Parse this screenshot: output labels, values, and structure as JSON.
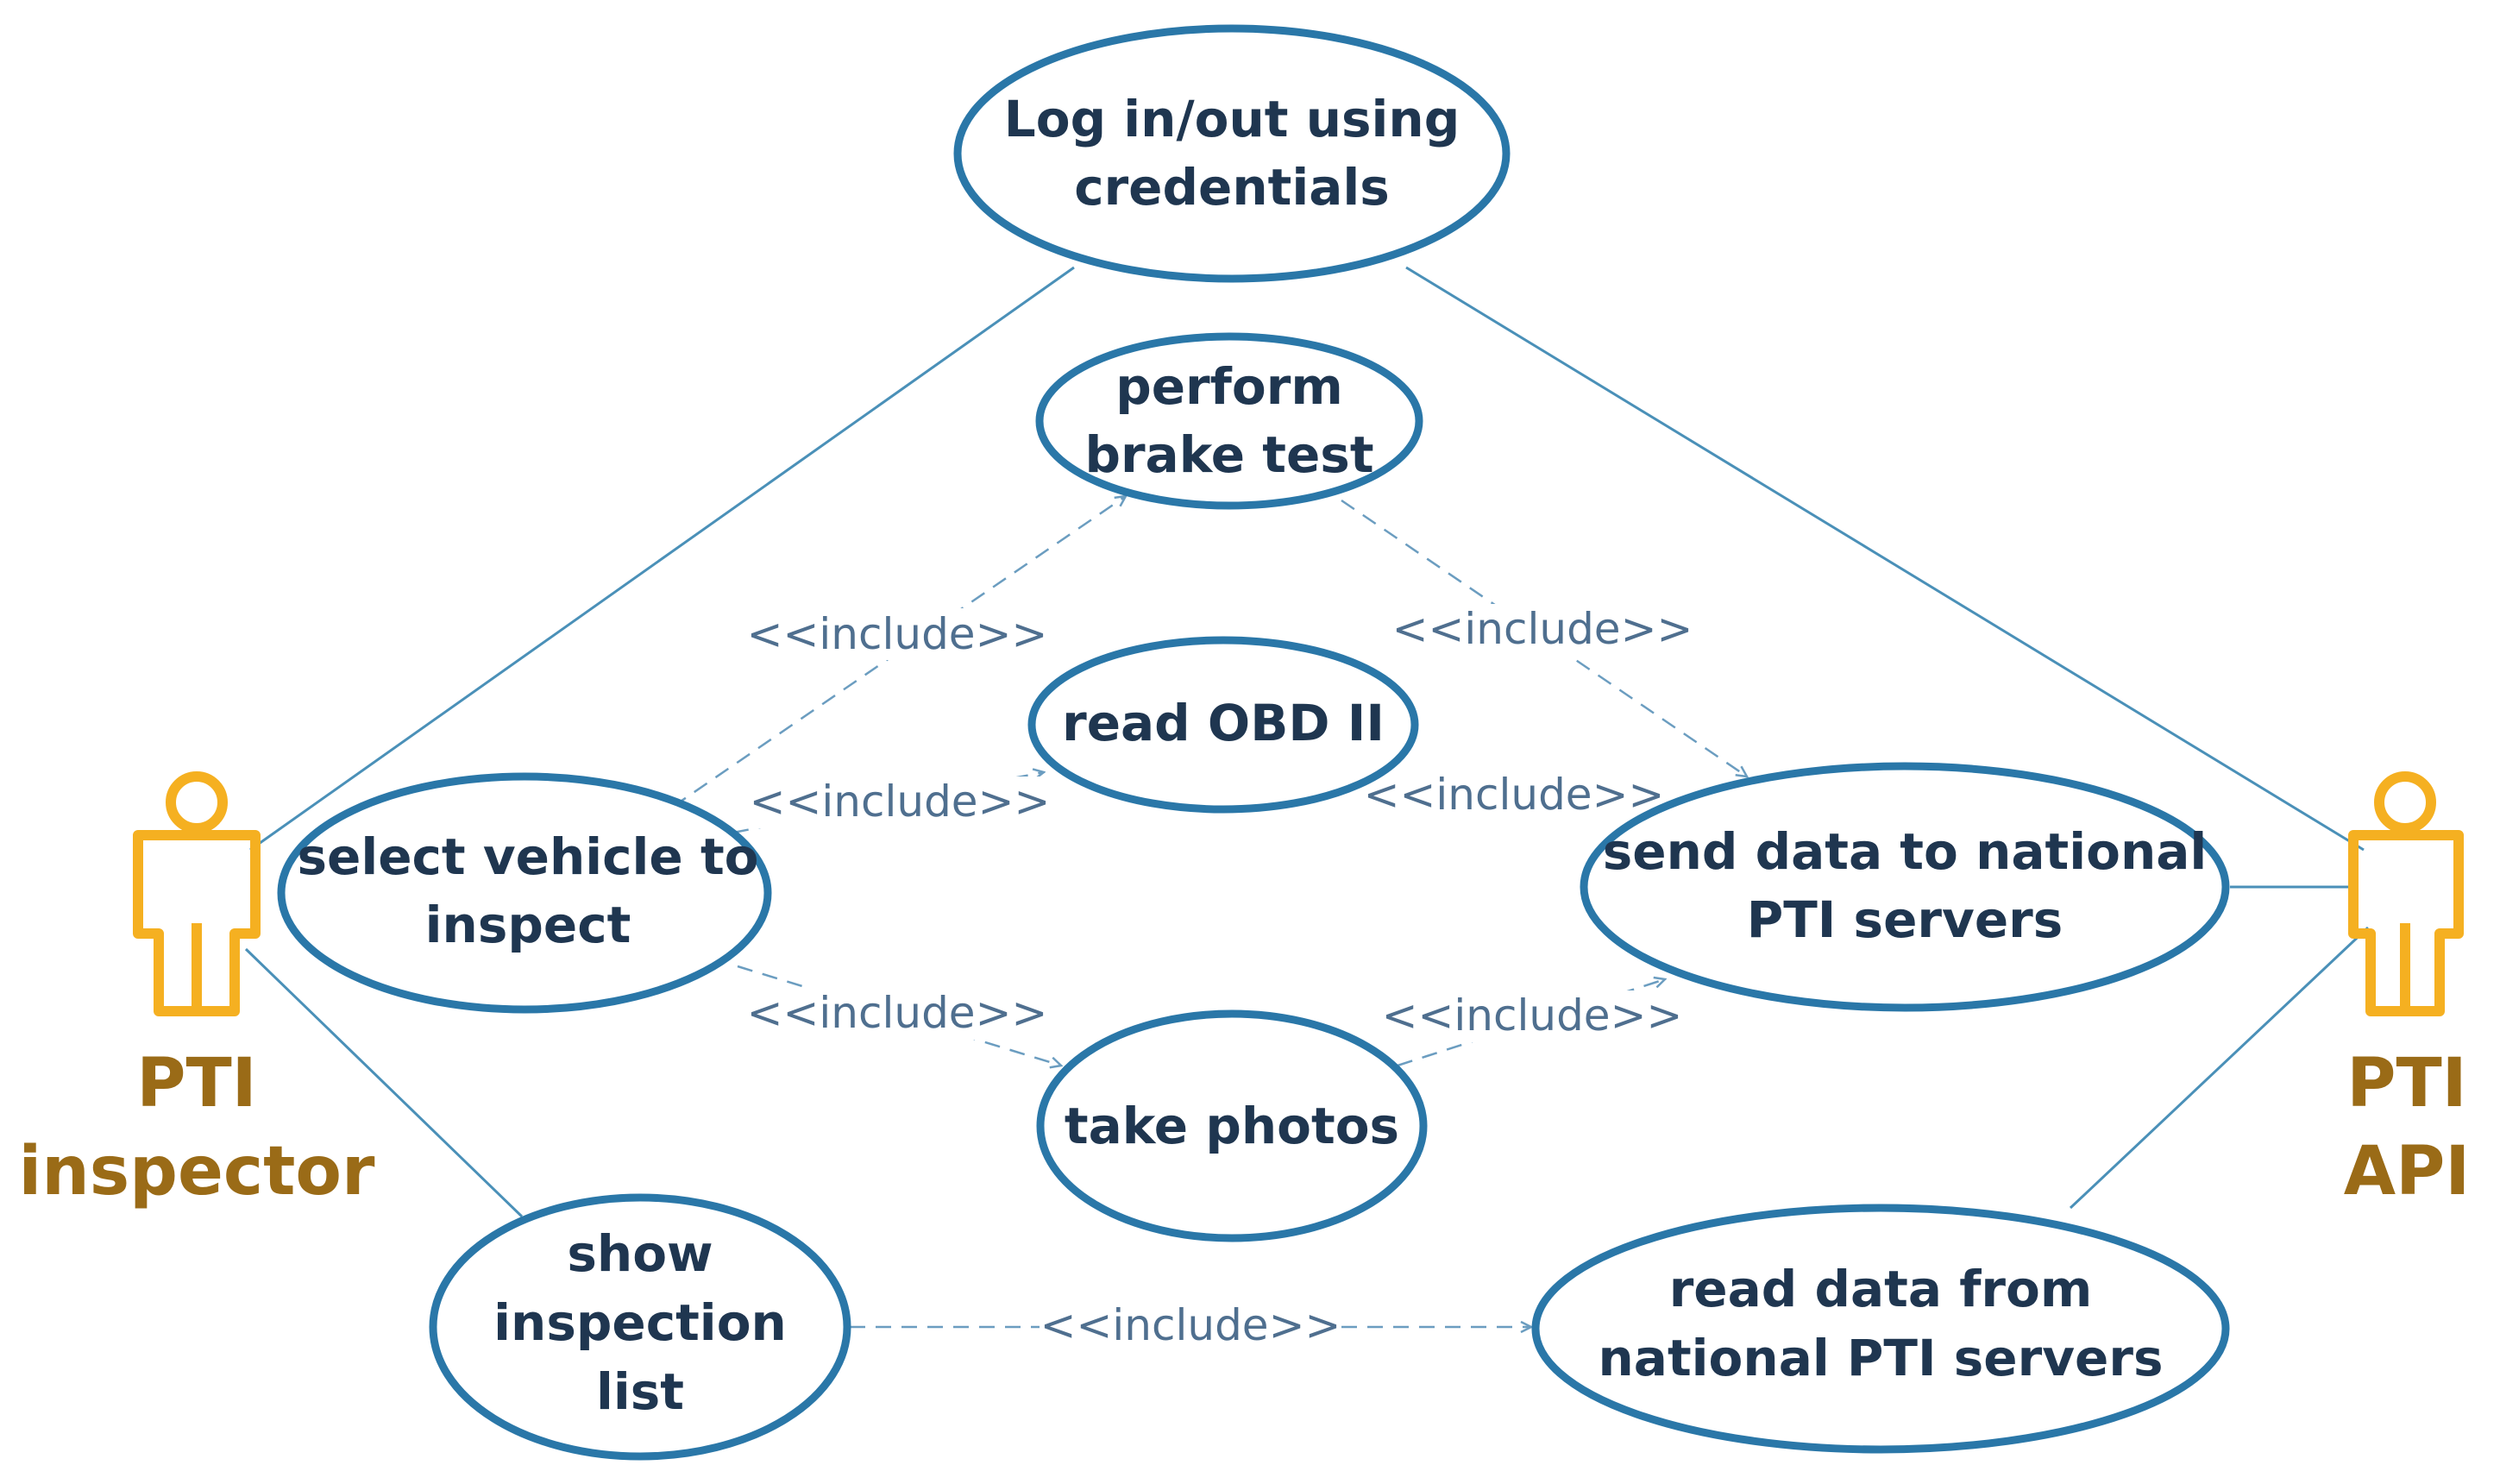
{
  "colors": {
    "usecase_stroke": "#2a77a8",
    "usecase_text": "#1f3650",
    "association_line": "#4a90b8",
    "include_line": "#6b9dc0",
    "include_text": "#4f6f8f",
    "actor_fill": "#f5b021",
    "actor_label": "#9a6b17"
  },
  "actors": {
    "inspector": {
      "icon": "person-icon",
      "line1": "PTI",
      "line2": "inspector"
    },
    "api": {
      "icon": "person-icon",
      "line1": "PTI",
      "line2": "API"
    }
  },
  "usecases": {
    "login": {
      "line1": "Log in/out using",
      "line2": "credentials"
    },
    "brake": {
      "line1": "perform",
      "line2": "brake test"
    },
    "obd": {
      "line1": "read OBD II"
    },
    "select": {
      "line1": "select vehicle to",
      "line2": "inspect"
    },
    "send": {
      "line1": "send data to national",
      "line2": "PTI servers"
    },
    "photos": {
      "line1": "take photos"
    },
    "showlist": {
      "line1": "show",
      "line2": "inspection",
      "line3": "list"
    },
    "readdata": {
      "line1": "read data from",
      "line2": "national PTI servers"
    }
  },
  "relations": {
    "include_label": "<<include>>"
  }
}
